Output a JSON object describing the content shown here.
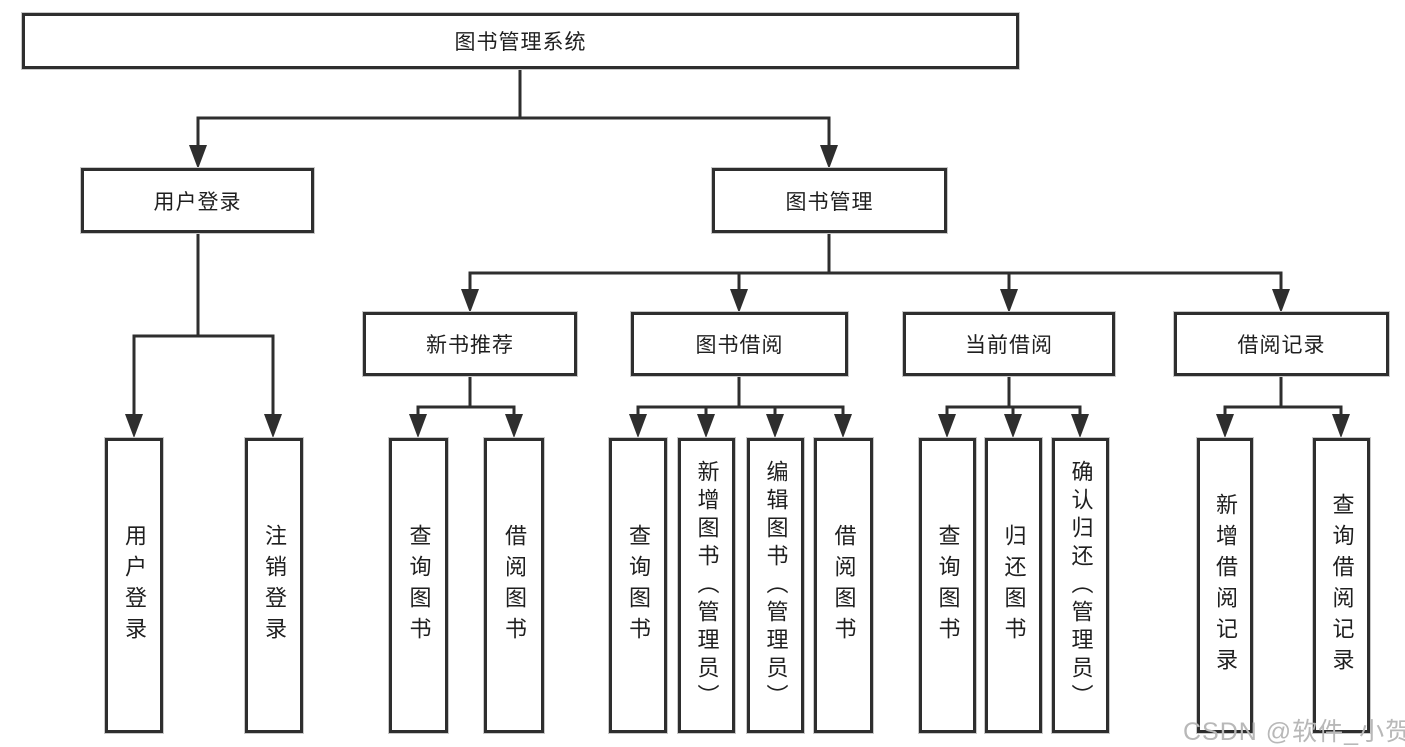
{
  "diagram": {
    "type": "hierarchy-chart",
    "tree": {
      "root": {
        "label": "图书管理系统"
      },
      "branches": [
        {
          "label": "用户登录",
          "children": [
            {
              "label": "用户登录"
            },
            {
              "label": "注销登录"
            }
          ]
        },
        {
          "label": "图书管理",
          "sections": [
            {
              "label": "新书推荐",
              "children": [
                {
                  "label": "查询图书"
                },
                {
                  "label": "借阅图书"
                }
              ]
            },
            {
              "label": "图书借阅",
              "children": [
                {
                  "label": "查询图书"
                },
                {
                  "label": "新增图书（管理员）"
                },
                {
                  "label": "编辑图书（管理员）"
                },
                {
                  "label": "借阅图书"
                }
              ]
            },
            {
              "label": "当前借阅",
              "children": [
                {
                  "label": "查询图书"
                },
                {
                  "label": "归还图书"
                },
                {
                  "label": "确认归还（管理员）"
                }
              ]
            },
            {
              "label": "借阅记录",
              "children": [
                {
                  "label": "新增借阅记录"
                },
                {
                  "label": "查询借阅记录"
                }
              ]
            }
          ]
        }
      ]
    },
    "colors": {
      "line": "#2e2e2e",
      "box_border": "#2e2e2e",
      "box_background": "#ffffff",
      "text": "#1f1f1f",
      "watermark": "#b8b8b8"
    }
  },
  "watermark": {
    "text": "CSDN @软件_小贺同学"
  }
}
